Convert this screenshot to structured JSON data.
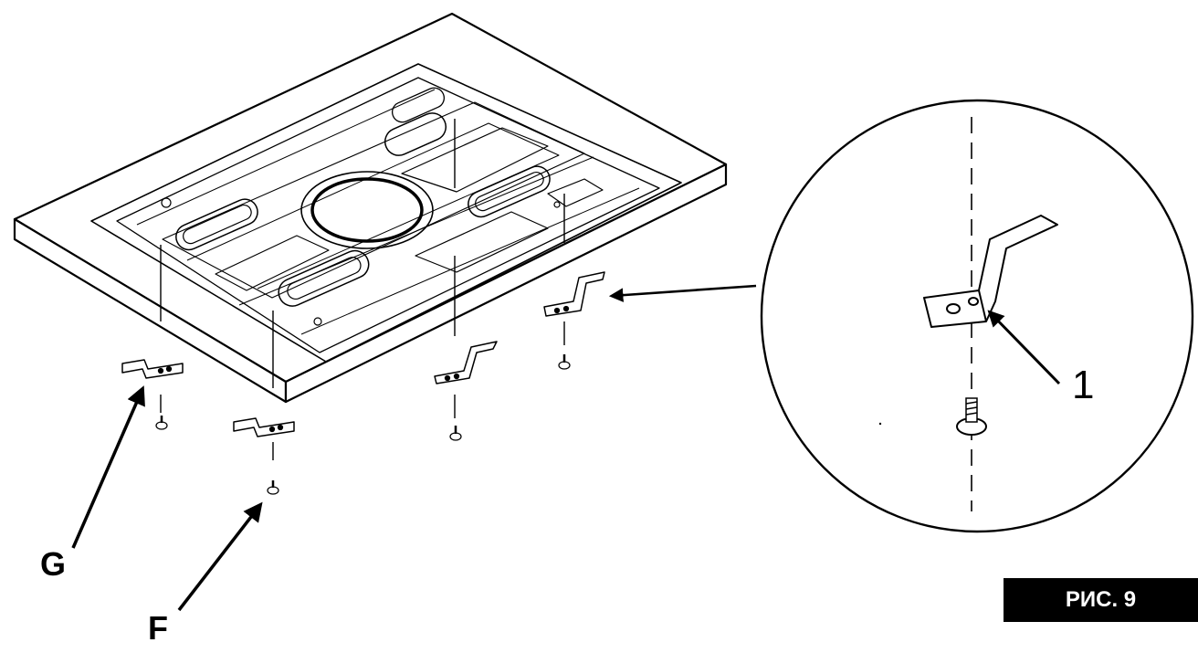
{
  "labels": {
    "g": "G",
    "f": "F",
    "detail_number": "1"
  },
  "figure": {
    "caption": "РИС. 9"
  },
  "colors": {
    "ink": "#000000",
    "paper": "#ffffff",
    "caption_bg": "#000000",
    "caption_text": "#ffffff"
  }
}
